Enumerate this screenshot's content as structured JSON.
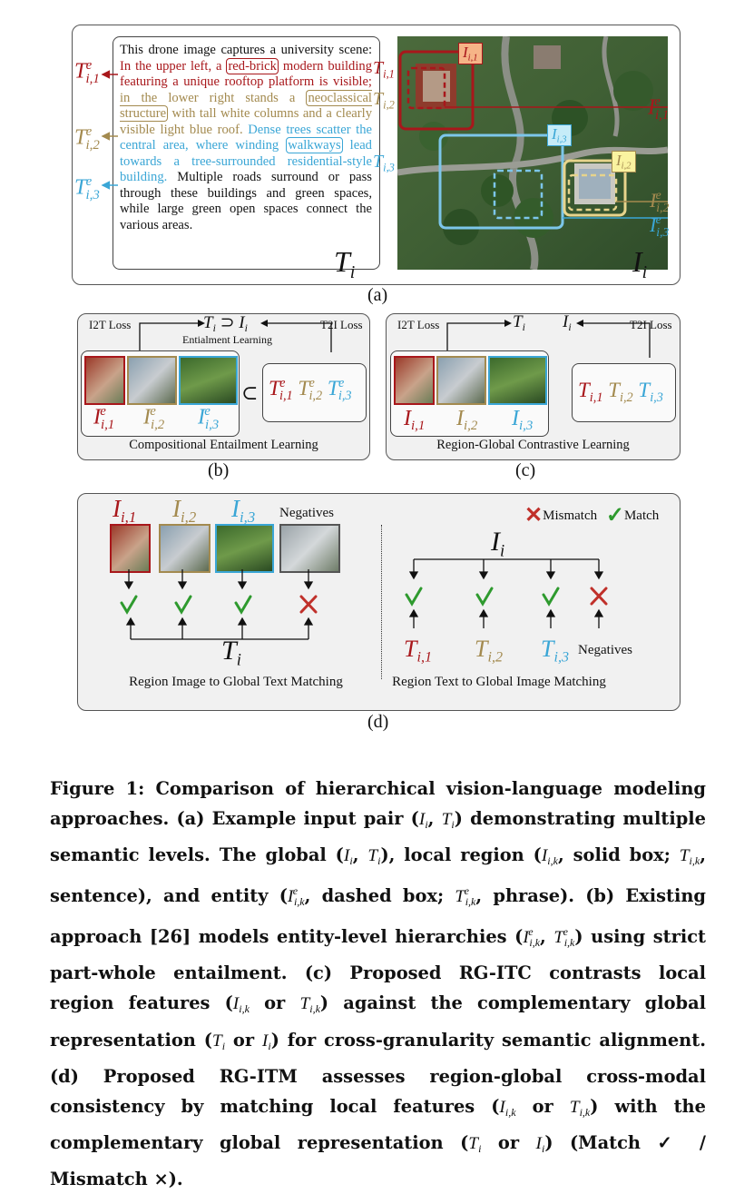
{
  "panel_a": {
    "passage": {
      "p1": "This drone image captures a university scene: ",
      "p2": "In the upper left, a ",
      "p3": "red-brick",
      "p4": " modern building featuring a unique rooftop platform is visible; ",
      "p5": "in the lower right stands a ",
      "p6": "neoclassical structure",
      "p7": " with tall white columns and a clearly visible light blue roof. ",
      "p8": "Dense trees scatter the central area, where winding ",
      "p9": "walkways",
      "p10": " lead towards a tree-surrounded residential-style building. ",
      "p11": "Multiple roads surround or pass through these buildings and green spaces, while large green open spaces connect the various areas."
    },
    "text_symbol": "T",
    "text_symbol_sub": "i",
    "image_symbol": "I",
    "image_symbol_sub": "i",
    "tags": {
      "T_i1": "T",
      "T_i1_sub": "i,1",
      "T_i2": "T",
      "T_i2_sub": "i,2",
      "T_i3": "T",
      "T_i3_sub": "i,3",
      "Te_sup": "e",
      "Te1_sub": "i,1",
      "Te2_sub": "i,2",
      "Te3_sub": "i,3",
      "I_i1_sub": "i,1",
      "I_i2_sub": "i,2",
      "I_i3_sub": "i,3",
      "Ie1_sub": "i,1",
      "Ie2_sub": "i,2",
      "Ie3_sub": "i,3"
    },
    "label": "(a)"
  },
  "panel_b": {
    "i2t": "I2T Loss",
    "t2i": "T2I Loss",
    "entail": "Entialment Learning",
    "title": "Compositional Entailment Learning",
    "relation": "⊃",
    "subset": "⊂",
    "label": "(b)"
  },
  "panel_c": {
    "i2t": "I2T Loss",
    "t2i": "T2I Loss",
    "title": "Region-Global Contrastive Learning",
    "label": "(c)"
  },
  "panel_d": {
    "negatives_top": "Negatives",
    "negatives_bottom": "Negatives",
    "mismatch": "Mismatch",
    "match": "Match",
    "left_title": "Region Image to Global Text Matching",
    "right_title": "Region Text to Global Image Matching",
    "label": "(d)"
  },
  "caption": {
    "s1": "Figure 1: Comparison of hierarchical vision-language modeling approaches. (a) Example input pair (",
    "m1": "I",
    "m1s": "i",
    "s2": ", ",
    "m2": "T",
    "m2s": "i",
    "s3": ") demonstrating multiple semantic levels. The global (",
    "s4": "), local region (",
    "s5": ", solid box; ",
    "s6": ", sentence), and entity (",
    "s7": ", dashed box; ",
    "s8": ", phrase). (b) Existing approach [26] models entity-level hierarchies (",
    "s9": ") using strict part-whole entailment. (c) Proposed RG-ITC contrasts local region features (",
    "s10": " or ",
    "s11": ") against the complementary global representation (",
    "s12": ") for cross-granularity semantic alignment. (d) Proposed RG-ITM assesses region-global cross-modal consistency by matching local features (",
    "s13": ") with the complementary global representation (",
    "s14": ") (Match ✓ / Mismatch ×).",
    "ik": "i,k",
    "e": "e"
  },
  "colors": {
    "region1": "#a8171b",
    "region2": "#a38a4f",
    "region3": "#3aa6d6",
    "match": "#2e9a2e",
    "mismatch": "#c0302a"
  }
}
